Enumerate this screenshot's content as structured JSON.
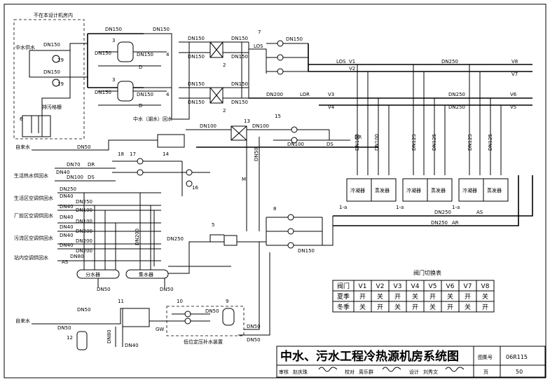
{
  "region_note": "不在本设计机房内",
  "pipes": {
    "dn150": "DN150",
    "dn200": "DN200",
    "dn250": "DN250",
    "dn100": "DN100",
    "dn125": "DN125",
    "dn70": "DN70",
    "dn50": "DN50",
    "dn40": "DN40",
    "dn80": "DN80",
    "d_label": "D",
    "los": "LOS",
    "lor": "LOR",
    "dr": "DR",
    "ds": "DS",
    "m": "M",
    "gw": "GW",
    "as": "AS",
    "ar": "AR"
  },
  "valves_labels": [
    "V1",
    "V2",
    "V3",
    "V4",
    "V5",
    "V6",
    "V7",
    "V8"
  ],
  "left_labels": {
    "zhongshui": "中水供水",
    "zilaishui": "自来水",
    "zilaishui2": "自来水",
    "shenghuo": "生活热水供回水",
    "shenghuoqu": "生活区空调供回水",
    "changqu": "厂前区空调供回水",
    "wuliuqu": "污流区空调供回水",
    "weizhan": "站内空调供回水",
    "paiwu": "排污格栅",
    "zhongshui_return": "中水（湖水）回水",
    "fenshuiqi": "分水器",
    "jishuiqi": "集水器",
    "dingya": "低位定压补水装置"
  },
  "equipment": {
    "chiller_cond": "冷凝器",
    "chiller_evap": "蒸发器",
    "unit_label": "1-a"
  },
  "numbers": [
    "1",
    "2",
    "3",
    "4",
    "5",
    "6",
    "7",
    "8",
    "9",
    "10",
    "11",
    "12",
    "13",
    "14",
    "15",
    "16",
    "17",
    "18",
    "19"
  ],
  "switch_table": {
    "caption": "阀门切换表",
    "header": [
      "阀门",
      "V1",
      "V2",
      "V3",
      "V4",
      "V5",
      "V6",
      "V7",
      "V8"
    ],
    "rows": [
      [
        "夏季",
        "开",
        "关",
        "开",
        "关",
        "开",
        "关",
        "开",
        "关"
      ],
      [
        "冬季",
        "关",
        "开",
        "关",
        "开",
        "关",
        "开",
        "关",
        "开"
      ]
    ]
  },
  "title_block": {
    "title": "中水、污水工程冷热源机房系统图",
    "atlas_label": "图集号",
    "atlas_no": "06R115",
    "review_label": "审核",
    "reviewer": "赵庆珠",
    "check_label": "校对",
    "checker": "周乐群",
    "design_label": "设计",
    "designer": "刘秀文",
    "page_label": "页",
    "page_no": "50"
  }
}
